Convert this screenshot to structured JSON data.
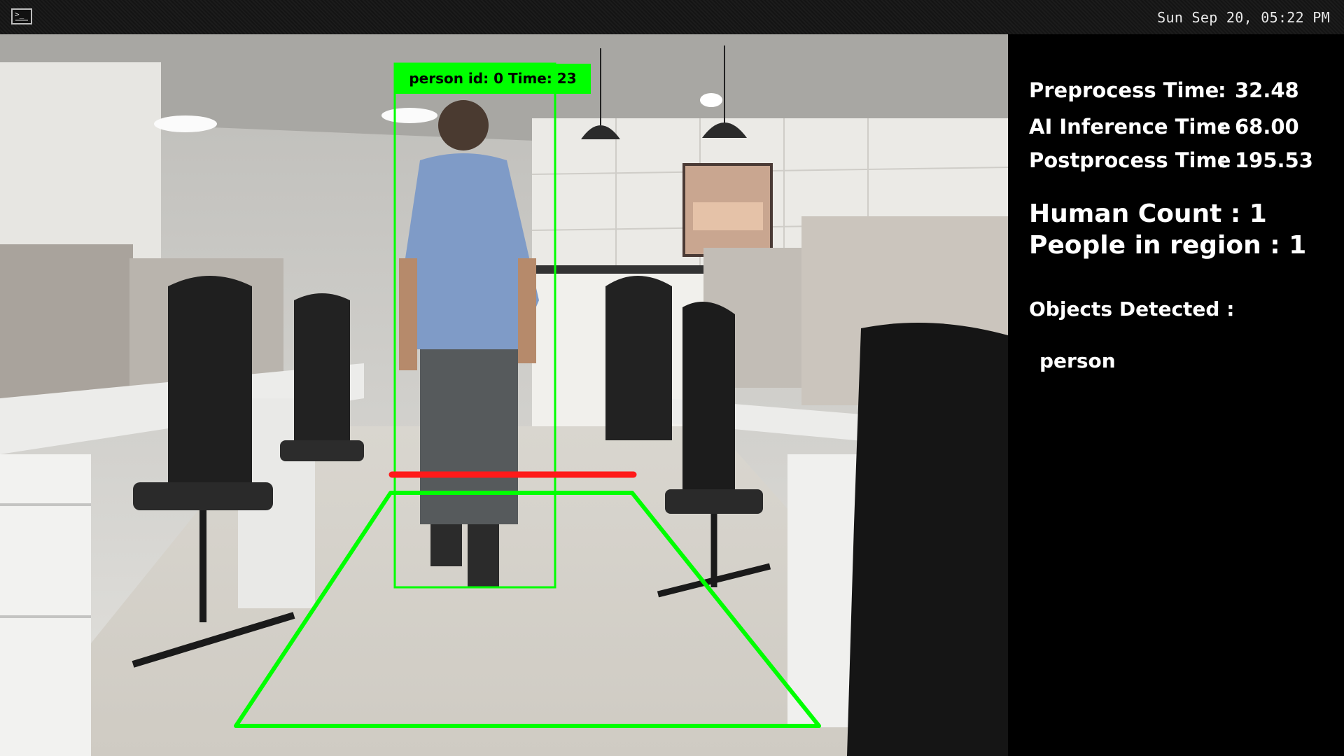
{
  "topbar": {
    "terminal_icon": "terminal-icon",
    "clock": "Sun Sep 20, 05:22 PM"
  },
  "feed": {
    "detection_label": "person id: 0 Time: 23",
    "colors": {
      "bbox": "#00ff00",
      "region": "#00ff00",
      "line": "#ff1a1a"
    }
  },
  "stats": {
    "preprocess": {
      "label": "Preprocess Time",
      "sep": ":",
      "value": "32.48"
    },
    "inference": {
      "label": "AI Inference Time",
      "sep": ":",
      "value": "68.00"
    },
    "postprocess": {
      "label": "Postprocess Time",
      "sep": ":",
      "value": "195.53"
    },
    "human_count": "Human Count : 1",
    "people_in_region": "People in region : 1",
    "objects_title": "Objects Detected :",
    "objects": [
      "person"
    ]
  }
}
